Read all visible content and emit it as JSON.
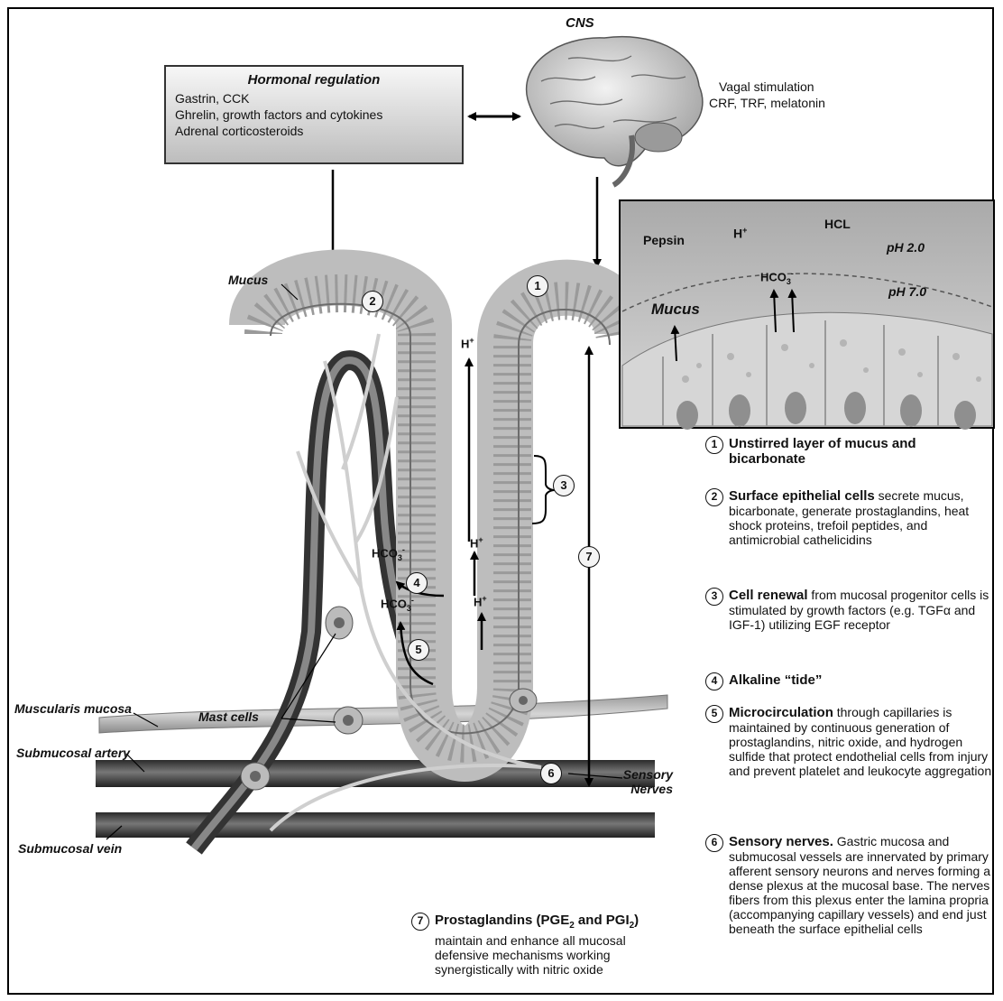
{
  "title": "CNS",
  "hormonal": {
    "title": "Hormonal regulation",
    "lines": [
      "Gastrin, CCK",
      "Ghrelin, growth factors and cytokines",
      "Adrenal corticosteroids"
    ]
  },
  "vagal": {
    "line1": "Vagal stimulation",
    "line2": "CRF, TRF, melatonin"
  },
  "inset": {
    "pepsin": "Pepsin",
    "hplus": "H",
    "hplus_sup": "+",
    "hcl": "HCL",
    "ph_top": "pH 2.0",
    "ph_bottom": "pH 7.0",
    "hco3": "HCO",
    "hco3_sub": "3",
    "hco3_sup": "-",
    "mucus": "Mucus"
  },
  "labels": {
    "mucus": "Mucus",
    "mast_cells": "Mast cells",
    "muscularis": "Muscularis mucosa",
    "artery": "Submucosal artery",
    "vein": "Submucosal vein",
    "sensory1": "Sensory",
    "sensory2": "Nerves",
    "hplus": "H",
    "plus": "+",
    "hco3": "HCO",
    "three": "3",
    "minus": "-"
  },
  "markers": {
    "m1": "1",
    "m2": "2",
    "m3": "3",
    "m4": "4",
    "m5": "5",
    "m6": "6",
    "m7": "7"
  },
  "legend": [
    {
      "num": "1",
      "head": "Unstirred layer of mucus and bicarbonate",
      "text": ""
    },
    {
      "num": "2",
      "head": "Surface epithelial cells",
      "text": " secrete mucus, bicarbonate, generate prostaglandins, heat shock proteins, trefoil peptides, and antimicrobial cathelicidins"
    },
    {
      "num": "3",
      "head": "Cell renewal",
      "text": " from mucosal progenitor cells is stimulated by growth factors (e.g. TGFα and IGF-1) utilizing EGF receptor"
    },
    {
      "num": "4",
      "head": "Alkaline “tide”",
      "text": ""
    },
    {
      "num": "5",
      "head": "Microcirculation",
      "text": " through capillaries is maintained by continuous generation of prostaglandins, nitric oxide, and hydrogen sulfide that protect endothelial cells from injury and prevent platelet and leukocyte aggregation"
    },
    {
      "num": "6",
      "head": "Sensory nerves.",
      "text": " Gastric mucosa and submucosal vessels are innervated by primary afferent sensory neurons and nerves forming a dense plexus at the mucosal base. The nerves fibers from this plexus enter the lamina propria (accompanying capillary vessels) and end just beneath the surface epithelial cells"
    }
  ],
  "prostaglandins": {
    "num": "7",
    "head_a": "Prostaglandins (PGE",
    "sub_a": "2",
    "head_b": " and PGI",
    "sub_b": "2",
    "head_c": ")",
    "text": "maintain and enhance all mucosal defensive mechanisms working synergistically with nitric oxide"
  }
}
